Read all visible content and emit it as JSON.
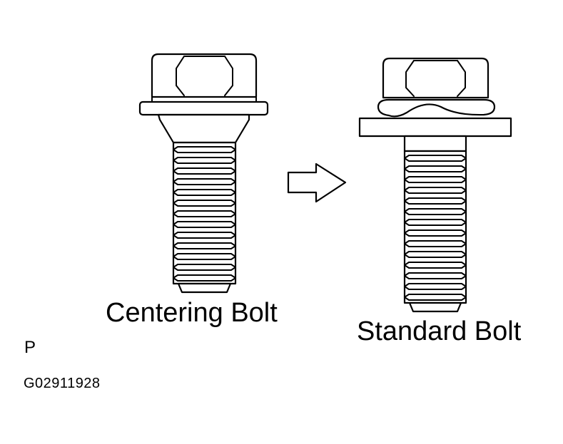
{
  "labels": {
    "centering_bolt": "Centering Bolt",
    "standard_bolt": "Standard Bolt",
    "corner_code": "P",
    "figure_number": "G02911928"
  },
  "icons": {
    "arrow": "right-arrow-icon",
    "left_bolt": "centering-bolt-icon",
    "right_bolt": "standard-bolt-icon"
  },
  "colors": {
    "line": "#000000",
    "background": "#ffffff"
  }
}
